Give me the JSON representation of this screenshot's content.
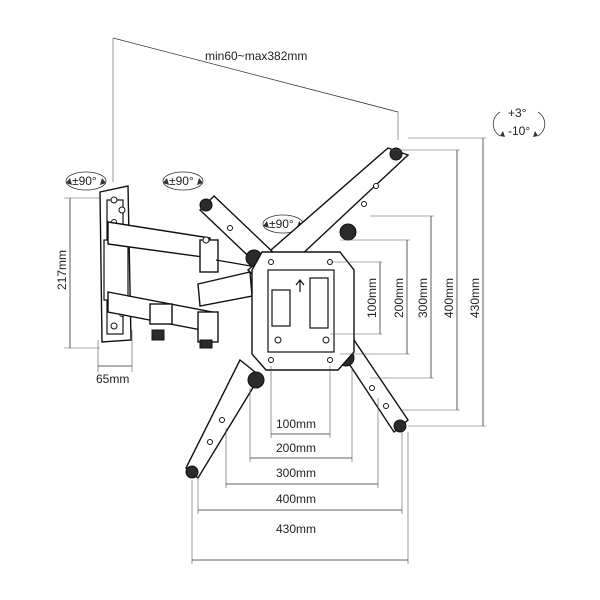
{
  "width_label": "min60~max382mm",
  "tilt": {
    "up": "+3°",
    "down": "-10°"
  },
  "rotations": {
    "wall": "±90°",
    "arm": "±90°",
    "plate": "±90°"
  },
  "wall_height": "217mm",
  "wall_depth": "65mm",
  "vertical_dims": [
    "100mm",
    "200mm",
    "300mm",
    "400mm",
    "430mm"
  ],
  "horizontal_dims": [
    "100mm",
    "200mm",
    "300mm",
    "400mm",
    "430mm"
  ]
}
